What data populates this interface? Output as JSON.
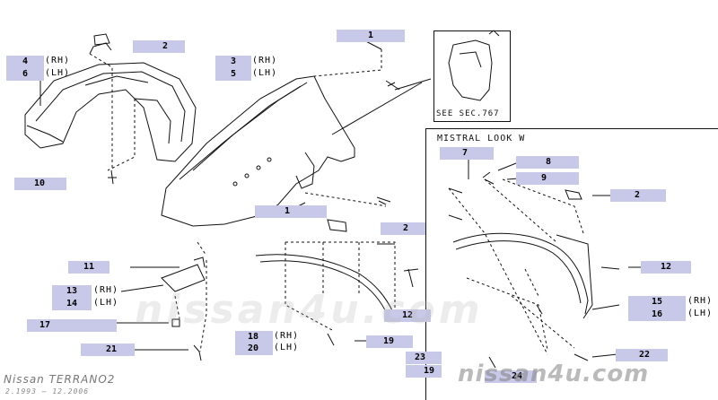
{
  "footer": {
    "model": "Nissan TERRANO2",
    "dates": "2.1993 – 12.2006"
  },
  "watermark": {
    "mid": "nissan4u.com",
    "corner": "nissan4u.com"
  },
  "see_section": "SEE SEC.767",
  "mistral_group": "MISTRAL LOOK W",
  "side_marks": {
    "rh": "(RH)",
    "lh": "(LH)"
  },
  "callouts": {
    "c1a": "1",
    "c1b": "1",
    "c2a": "2",
    "c2b": "2",
    "c2c": "2",
    "c3": "3",
    "c4": "4",
    "c5": "5",
    "c6": "6",
    "c7": "7",
    "c8": "8",
    "c9": "9",
    "c10": "10",
    "c11": "11",
    "c12a": "12",
    "c12b": "12",
    "c13": "13",
    "c14": "14",
    "c15": "15",
    "c16": "16",
    "c17": "17",
    "c18": "18",
    "c19a": "19",
    "c19b": "19",
    "c20": "20",
    "c21": "21",
    "c22": "22",
    "c23": "23",
    "c24": "24"
  },
  "colors": {
    "label_fill": "#c8c8e8",
    "line": "#111111",
    "watermark": "#888888"
  }
}
